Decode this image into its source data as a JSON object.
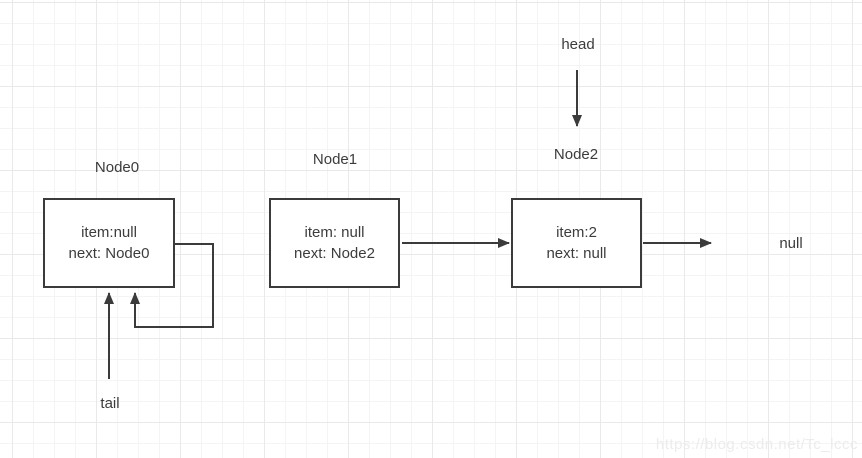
{
  "diagram_type": "singly-linked-list",
  "pointers": {
    "head_label": "head",
    "tail_label": "tail"
  },
  "nodes": [
    {
      "label": "Node0",
      "item": "item:null",
      "next": "next: Node0"
    },
    {
      "label": "Node1",
      "item": "item: null",
      "next": "next: Node2"
    },
    {
      "label": "Node2",
      "item": "item:2",
      "next": "next: null"
    }
  ],
  "terminal_label": "null",
  "watermark": "https://blog.csdn.net/Tc_lccc",
  "colors": {
    "stroke": "#3b3b3b",
    "text": "#3c3c3c",
    "grid_minor": "#f4f4f4",
    "grid_major": "#e9e9e9",
    "watermark": "#ececec",
    "background": "#ffffff"
  }
}
